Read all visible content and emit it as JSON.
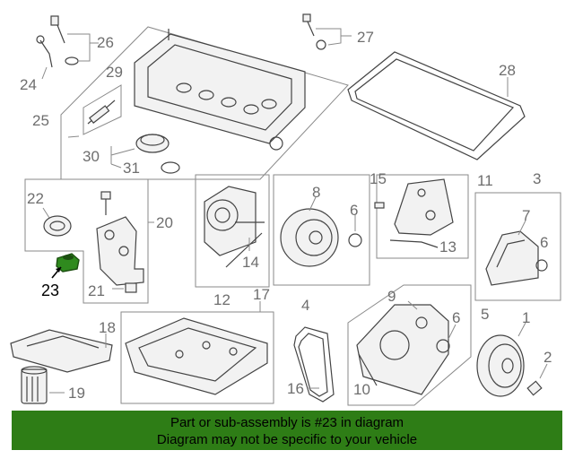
{
  "callouts": {
    "n1": "1",
    "n2": "2",
    "n3": "3",
    "n4": "4",
    "n5": "5",
    "n6a": "6",
    "n6b": "6",
    "n6c": "6",
    "n7": "7",
    "n8": "8",
    "n9": "9",
    "n10": "10",
    "n11": "11",
    "n12": "12",
    "n13": "13",
    "n14": "14",
    "n15": "15",
    "n16": "16",
    "n17": "17",
    "n18": "18",
    "n19": "19",
    "n20": "20",
    "n21": "21",
    "n22": "22",
    "n23": "23",
    "n24": "24",
    "n25": "25",
    "n26": "26",
    "n27": "27",
    "n28": "28",
    "n29": "29",
    "n30": "30",
    "n31": "31"
  },
  "highlight": {
    "part_number": "23",
    "color": "#2f8a1e"
  },
  "banner": {
    "line1": "Part or sub-assembly is #23 in diagram",
    "line2": "Diagram may not be specific to your vehicle",
    "background": "#2e7d16"
  }
}
